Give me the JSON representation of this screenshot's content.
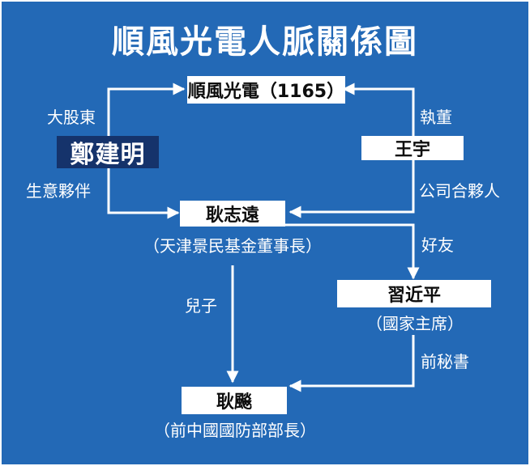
{
  "title": "順風光電人脈關係圖",
  "nodes": {
    "shunfeng": "順風光電（1165）",
    "zheng": "鄭建明",
    "wang": "王宇",
    "geng_zhiyuan": "耿志遠",
    "geng_zhiyuan_role": "（天津景民基金董事長）",
    "xi": "習近平",
    "xi_role": "（國家主席）",
    "geng_biao": "耿飈",
    "geng_biao_role": "（前中國國防部部長）"
  },
  "edges": {
    "major_shareholder": "大股東",
    "business_partner": "生意夥伴",
    "executive_director": "執董",
    "company_partner": "公司合夥人",
    "good_friend": "好友",
    "son": "兒子",
    "former_secretary": "前秘書"
  },
  "colors": {
    "background": "#2369b6",
    "dark_box": "#15336b",
    "box": "#ffffff",
    "line": "#ffffff"
  }
}
